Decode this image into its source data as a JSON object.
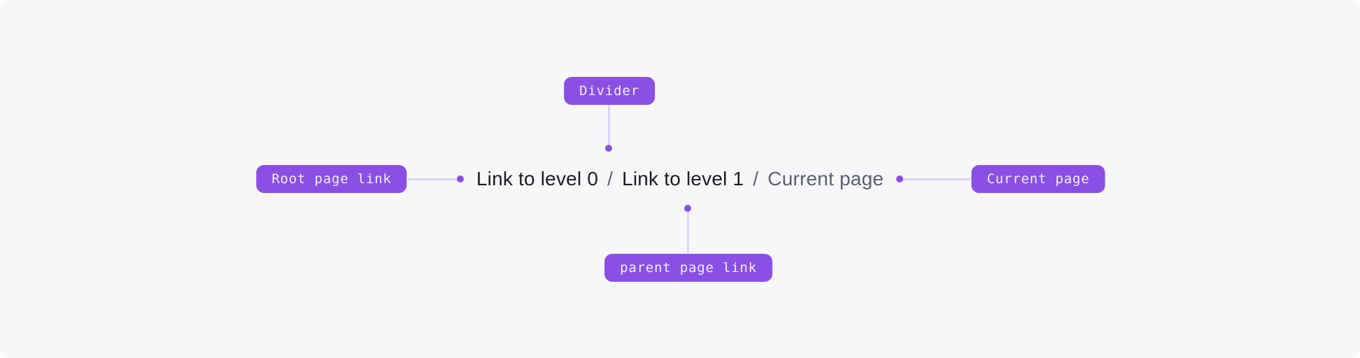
{
  "colors": {
    "canvas_bg": "#f7f7fa",
    "accent_purple": "#8a50e5",
    "connector_line": "#ded3f4",
    "pill_text": "#f3edfd",
    "link_text": "#1c1d22",
    "muted_text": "#5a6170"
  },
  "breadcrumb": {
    "separator": "/",
    "items": [
      {
        "label": "Link to level 0",
        "type": "link"
      },
      {
        "label": "Link to level 1",
        "type": "link"
      },
      {
        "label": "Current page",
        "type": "current"
      }
    ]
  },
  "annotations": [
    {
      "id": "divider",
      "label": "Divider"
    },
    {
      "id": "root",
      "label": "Root page link"
    },
    {
      "id": "current",
      "label": "Current page"
    },
    {
      "id": "parent",
      "label": "parent page link"
    }
  ]
}
